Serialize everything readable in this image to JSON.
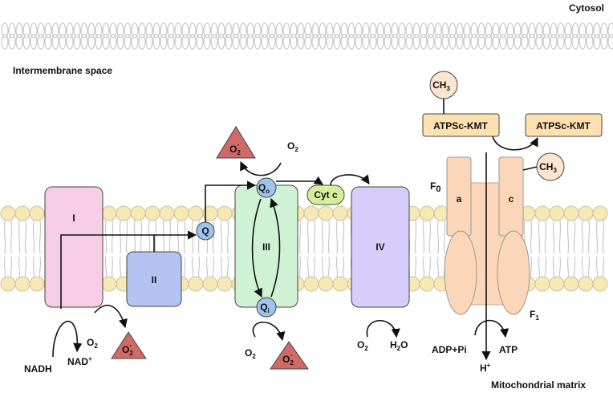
{
  "regions": {
    "cytosol": "Cytosol",
    "intermembrane": "Intermembrane space",
    "matrix": "Mitochondrial matrix"
  },
  "complexes": {
    "I": "I",
    "II": "II",
    "III": "III",
    "IV": "IV",
    "atp_a": "a",
    "atp_c": "c",
    "f0": "F",
    "f0_sub": "0",
    "f1": "F",
    "f1_sub": "1"
  },
  "carriers": {
    "q": "Q",
    "qo": "Q",
    "qo_sub": "o",
    "qi": "Q",
    "qi_sub": "i",
    "cytc": "Cyt c"
  },
  "molecules": {
    "nadh": "NADH",
    "nad": "NAD",
    "nad_sup": "+",
    "o2": "O",
    "o2_sub": "2",
    "h2o_h": "H",
    "h2o_sub": "2",
    "h2o_o": "O",
    "superoxide": "O",
    "superoxide_sub": "2",
    "superoxide_sup": "·",
    "adp": "ADP+Pi",
    "atp": "ATP",
    "h": "H",
    "h_sup": "+",
    "ch3": "CH",
    "ch3_sub": "3",
    "kmt": "ATPSc-KMT"
  },
  "colors": {
    "complex_I": "#f6cde5",
    "complex_II": "#b3c3f2",
    "complex_III": "#cff2d4",
    "complex_IV": "#d6cdfa",
    "quinone": "#9fc4ec",
    "cytc": "#d6ef9d",
    "superoxide": "#cf6a66",
    "atp_synthase": "#fbd6b8",
    "kmt": "#fde1b0",
    "ch3": "#fde5cf",
    "lipid_head": "#f6e9b6"
  }
}
